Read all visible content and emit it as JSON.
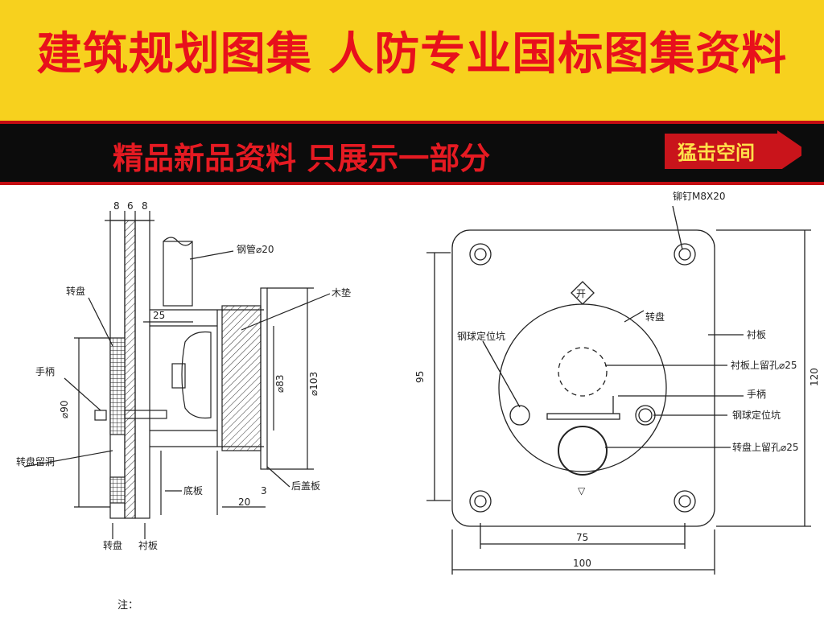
{
  "banner": {
    "title": "建筑规划图集 人防专业国标图集资料",
    "subtitle": "精品新品资料 只展示一部分",
    "cta": "猛击空间",
    "colors": {
      "top_bg": "#f7d11e",
      "title": "#e8101c",
      "bottom_bg": "#0c0c0c",
      "subtitle": "#e51a22",
      "cta_text": "#ffe14a"
    }
  },
  "side_view": {
    "dims_top": [
      "8",
      "6",
      "8"
    ],
    "pipe": "钢管⌀20",
    "dim_25": "25",
    "wood_pad": "木垫",
    "turntable_top": "转盘",
    "handle": "手柄",
    "phi90": "⌀90",
    "phi83": "⌀83",
    "phi103": "⌀103",
    "turntable_hole": "转盘留洞",
    "base_plate": "底板",
    "back_cover": "后盖板",
    "dim_3": "3",
    "dim_20": "20",
    "turntable_bottom": "转盘",
    "liner_bottom": "衬板"
  },
  "front_view": {
    "rivet": "铆钉M8X20",
    "open_mark": "开",
    "turntable": "转盘",
    "liner": "衬板",
    "ball_pit_left": "钢球定位坑",
    "liner_hole": "衬板上留孔⌀25",
    "handle": "手柄",
    "ball_pit_right": "钢球定位坑",
    "turntable_hole": "转盘上留孔⌀25",
    "dim_95": "95",
    "dim_120": "120",
    "dim_75": "75",
    "dim_100": "100",
    "close_mark": "▽"
  },
  "note": "注："
}
